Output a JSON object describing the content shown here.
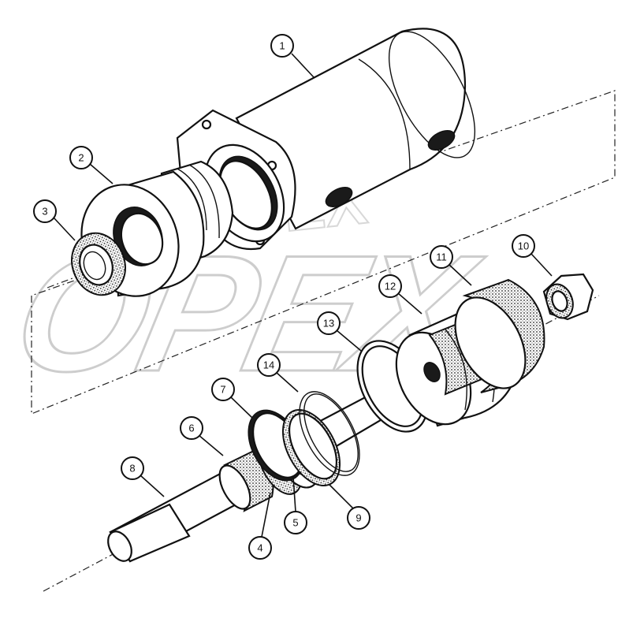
{
  "callouts": [
    {
      "id": "callout-1",
      "label": "1"
    },
    {
      "id": "callout-2",
      "label": "2"
    },
    {
      "id": "callout-3",
      "label": "3"
    },
    {
      "id": "callout-4",
      "label": "4"
    },
    {
      "id": "callout-5",
      "label": "5"
    },
    {
      "id": "callout-6",
      "label": "6"
    },
    {
      "id": "callout-7",
      "label": "7"
    },
    {
      "id": "callout-8",
      "label": "8"
    },
    {
      "id": "callout-9",
      "label": "9"
    },
    {
      "id": "callout-10",
      "label": "10"
    },
    {
      "id": "callout-11",
      "label": "11"
    },
    {
      "id": "callout-12",
      "label": "12"
    },
    {
      "id": "callout-13",
      "label": "13"
    },
    {
      "id": "callout-14",
      "label": "14"
    }
  ],
  "watermark": {
    "text": "OPEX",
    "sub_text": "OEX"
  }
}
